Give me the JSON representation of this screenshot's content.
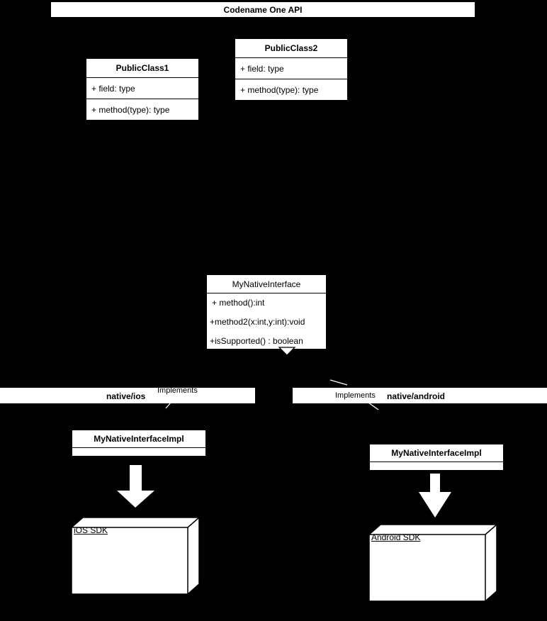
{
  "diagram": {
    "title": "Codename One API",
    "background_color": "#000000",
    "box_fill": "#ffffff",
    "stroke_color": "#000000"
  },
  "api_banner": {
    "label": "Codename One API"
  },
  "classes": [
    {
      "id": "public-class-1",
      "name": "PublicClass1",
      "field": "+ field: type",
      "method": "+ method(type): type"
    },
    {
      "id": "public-class-2",
      "name": "PublicClass2",
      "field": "+ field: type",
      "method": "+ method(type): type"
    }
  ],
  "interface": {
    "name": "MyNativeInterface",
    "methods": [
      "+ method():int",
      "+method2(x:int,y:int):void",
      "+isSupported() : boolean"
    ]
  },
  "platforms": [
    {
      "id": "ios",
      "banner_label": "native/ios",
      "implements_label": "Implements",
      "impl_class": "MyNativeInterfaceImpl",
      "sdk_label": "iOS SDK"
    },
    {
      "id": "android",
      "banner_label": "native/android",
      "implements_label": "Implements",
      "impl_class": "MyNativeInterfaceImpl",
      "sdk_label": "Android SDK"
    }
  ]
}
